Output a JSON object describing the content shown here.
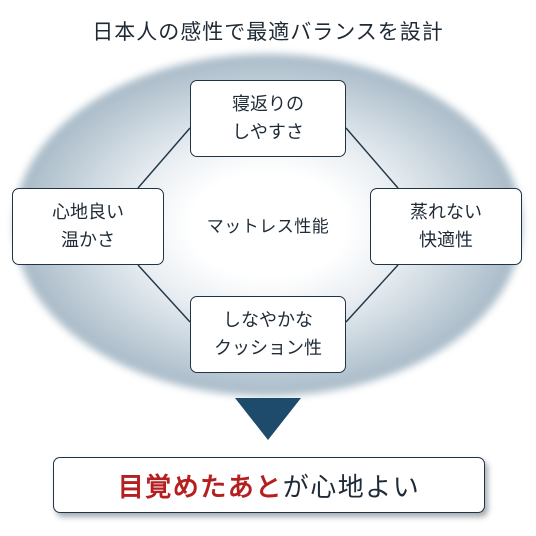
{
  "title": "日本人の感性で最適バランスを設計",
  "center": "マットレス性能",
  "nodes": {
    "top": [
      "寝返りの",
      "しやすさ"
    ],
    "left": [
      "心地良い",
      "温かさ"
    ],
    "right": [
      "蒸れない",
      "快適性"
    ],
    "bottom": [
      "しなやかな",
      "クッション性"
    ]
  },
  "result": {
    "accent": "目覚めたあと",
    "rest": "が心地よい"
  },
  "colors": {
    "accent": "#b51f1f",
    "arrow": "#1e4a6b",
    "border": "#1f3447"
  }
}
